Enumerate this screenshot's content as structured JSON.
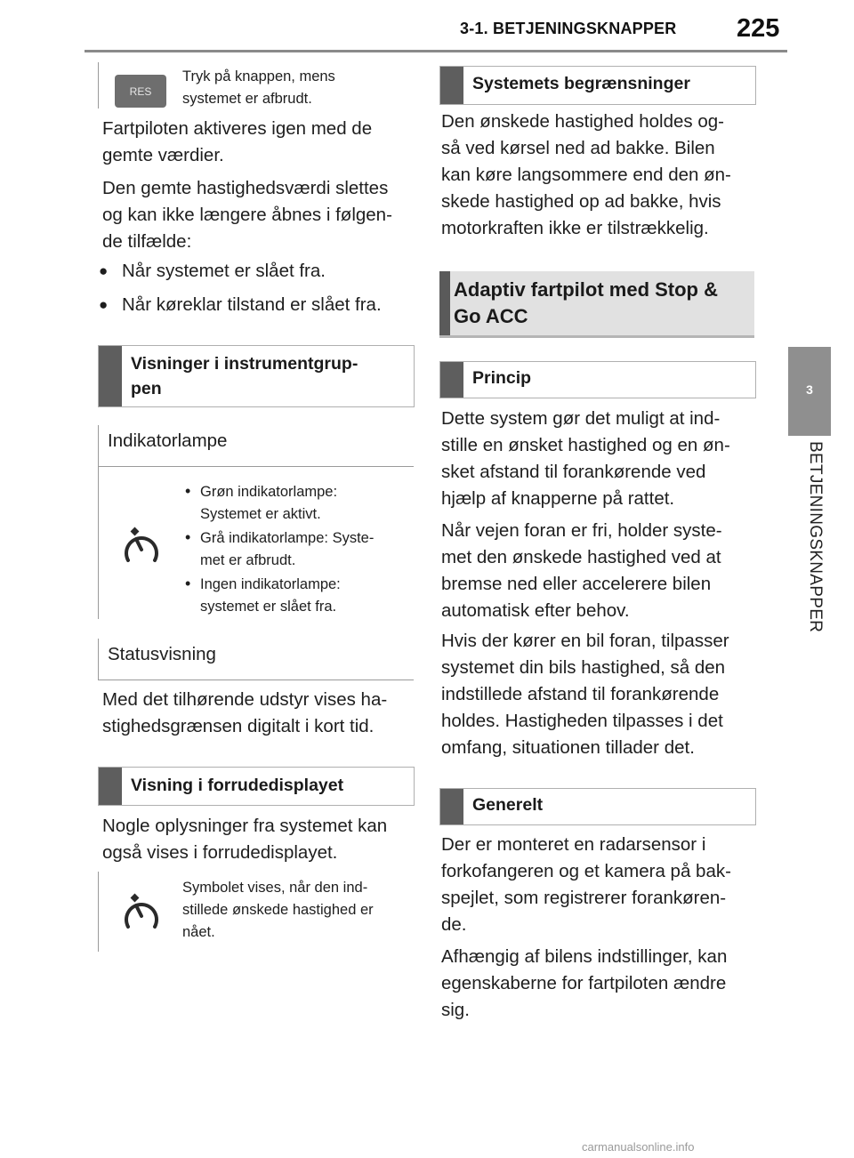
{
  "header": {
    "chapter": "3-1. BETJENINGSKNAPPER",
    "page_number": "225"
  },
  "side_tab": {
    "number": "3",
    "label": "BETJENINGSKNAPPER"
  },
  "left": {
    "res_button": {
      "label": "RES",
      "caption": [
        "Tryk på knappen, mens",
        "systemet er afbrudt."
      ]
    },
    "para1": [
      "Fartpiloten aktiveres igen med de",
      "gemte værdier."
    ],
    "para2": [
      "Den gemte hastighedsværdi slettes",
      "og kan ikke længere åbnes i følgen-",
      "de tilfælde:"
    ],
    "bullets": [
      "Når systemet er slået fra.",
      "Når køreklar tilstand er slået fra."
    ],
    "heading_visninger": [
      "Visninger i instrumentgrup-",
      "pen"
    ],
    "indikatorlampe": {
      "title": "Indikatorlampe",
      "icon": "cruise-control-speedometer-icon",
      "items": [
        [
          "Grøn indikatorlampe:",
          "Systemet er aktivt."
        ],
        [
          "Grå indikatorlampe: Syste-",
          "met er afbrudt."
        ],
        [
          "Ingen indikatorlampe:",
          "systemet er slået fra."
        ]
      ]
    },
    "statusvisning": {
      "title": "Statusvisning",
      "text": [
        "Med det tilhørende udstyr vises ha-",
        "stighedsgrænsen digitalt i kort tid."
      ]
    },
    "heading_forrude": "Visning i forrudedisplayet",
    "forrude_text": [
      "Nogle oplysninger fra systemet kan",
      "også vises i forrudedisplayet."
    ],
    "forrude_symbol": {
      "icon": "cruise-control-speedometer-icon",
      "caption": [
        "Symbolet vises, når den ind-",
        "stillede ønskede hastighed er",
        "nået."
      ]
    }
  },
  "right": {
    "heading_begraensninger": "Systemets begrænsninger",
    "begraensninger_text": [
      "Den ønskede hastighed holdes og-",
      "så ved kørsel ned ad bakke. Bilen",
      "kan køre langsommere end den øn-",
      "skede hastighed op ad bakke, hvis",
      "motorkraften ikke er tilstrækkelig."
    ],
    "heading_acc": [
      "Adaptiv fartpilot med Stop &",
      "Go ACC"
    ],
    "heading_princip": "Princip",
    "princip_p1": [
      "Dette system gør det muligt at ind-",
      "stille en ønsket hastighed og en øn-",
      "sket afstand til forankørende ved",
      "hjælp af knapperne på rattet."
    ],
    "princip_p2": [
      "Når vejen foran er fri, holder syste-",
      "met den ønskede hastighed ved at",
      "bremse ned eller accelerere bilen",
      "automatisk efter behov."
    ],
    "princip_p3": [
      "Hvis der kører en bil foran, tilpasser",
      "systemet din bils hastighed, så den",
      "indstillede afstand til forankørende",
      "holdes. Hastigheden tilpasses i det",
      "omfang, situationen tillader det."
    ],
    "heading_generelt": "Generelt",
    "generelt_p1": [
      "Der er monteret en radarsensor i",
      "forkofangeren og et kamera på bak-",
      "spejlet, som registrerer forankøren-",
      "de."
    ],
    "generelt_p2": [
      "Afhængig af bilens indstillinger, kan",
      "egenskaberne for fartpiloten ændre",
      "sig."
    ]
  },
  "footer": "carmanualsonline.info"
}
